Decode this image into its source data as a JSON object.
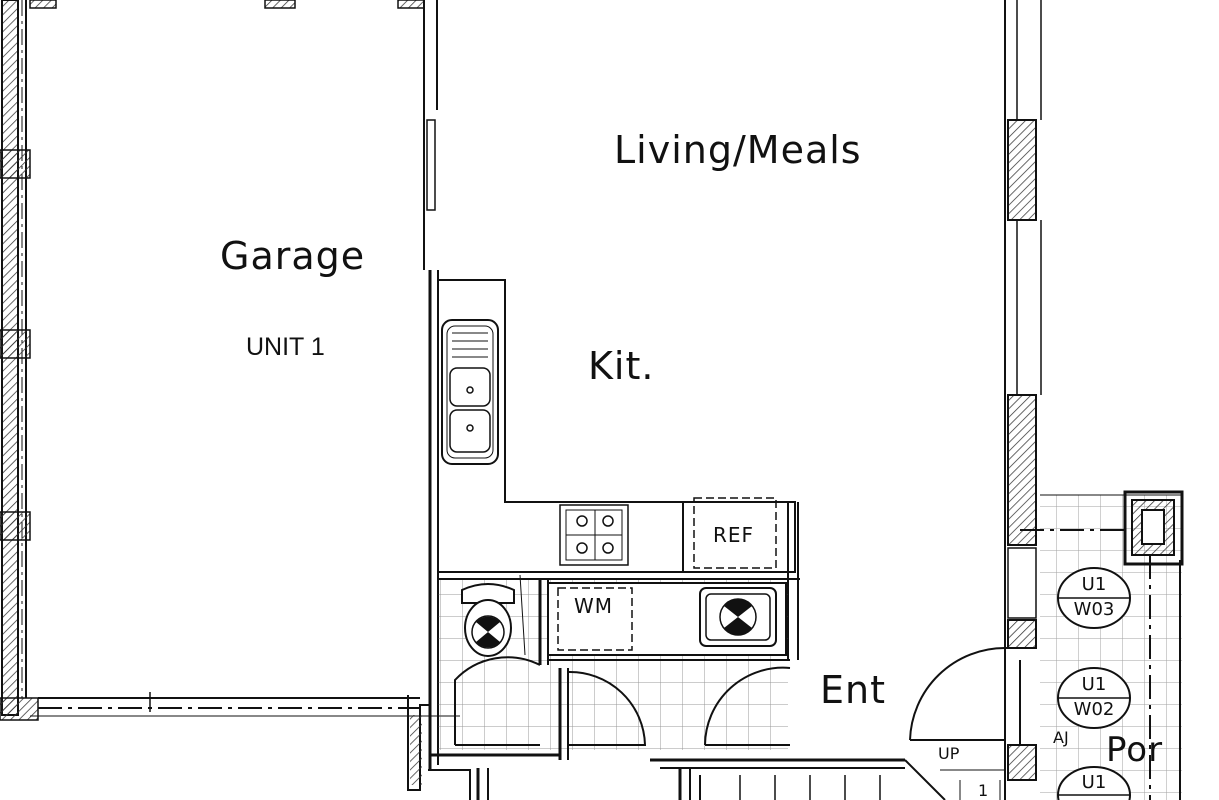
{
  "rooms": {
    "garage": "Garage",
    "unit": "UNIT 1",
    "living": "Living/Meals",
    "kitchen": "Kit.",
    "entry": "Ent",
    "porch": "Por"
  },
  "fixtures": {
    "refrigerator": "REF",
    "washing_machine": "WM"
  },
  "annotations": {
    "stair_up": "UP",
    "stair_step": "1",
    "aj": "AJ"
  },
  "window_tags": [
    {
      "top": "U1",
      "bottom": "W03"
    },
    {
      "top": "U1",
      "bottom": "W02"
    },
    {
      "top": "U1",
      "bottom": ""
    }
  ],
  "colors": {
    "line": "#111111",
    "hatch": "#333333",
    "background": "#ffffff"
  }
}
